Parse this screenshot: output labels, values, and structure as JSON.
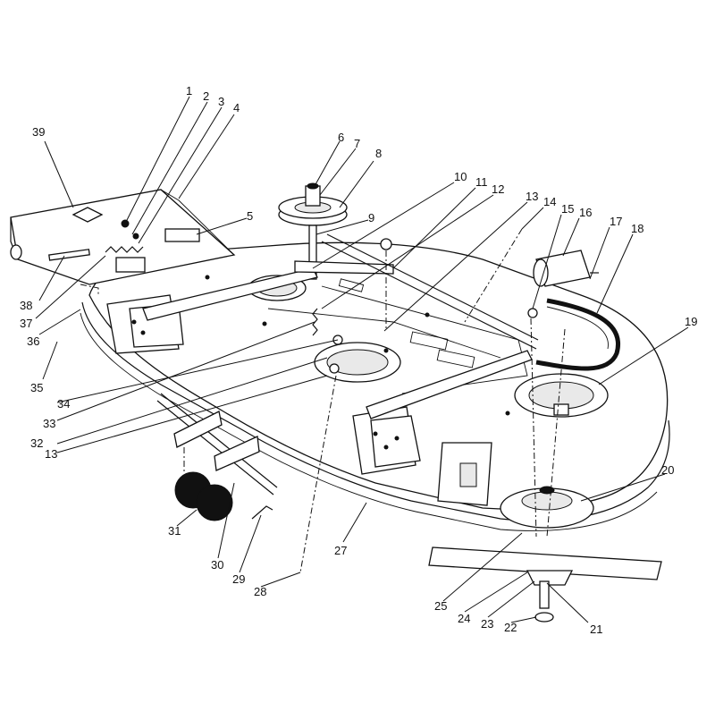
{
  "diagram": {
    "type": "exploded-parts-diagram",
    "callouts": [
      {
        "label": "1"
      },
      {
        "label": "2"
      },
      {
        "label": "3"
      },
      {
        "label": "4"
      },
      {
        "label": "5"
      },
      {
        "label": "6"
      },
      {
        "label": "7"
      },
      {
        "label": "8"
      },
      {
        "label": "9"
      },
      {
        "label": "10"
      },
      {
        "label": "11"
      },
      {
        "label": "12"
      },
      {
        "label": "13"
      },
      {
        "label": "14"
      },
      {
        "label": "15"
      },
      {
        "label": "16"
      },
      {
        "label": "17"
      },
      {
        "label": "18"
      },
      {
        "label": "19"
      },
      {
        "label": "20"
      },
      {
        "label": "21"
      },
      {
        "label": "22"
      },
      {
        "label": "23"
      },
      {
        "label": "24"
      },
      {
        "label": "25"
      },
      {
        "label": "27"
      },
      {
        "label": "28"
      },
      {
        "label": "29"
      },
      {
        "label": "30"
      },
      {
        "label": "31"
      },
      {
        "label": "32"
      },
      {
        "label": "13"
      },
      {
        "label": "33"
      },
      {
        "label": "34"
      },
      {
        "label": "35"
      },
      {
        "label": "36"
      },
      {
        "label": "37"
      },
      {
        "label": "38"
      },
      {
        "label": "39"
      }
    ]
  }
}
